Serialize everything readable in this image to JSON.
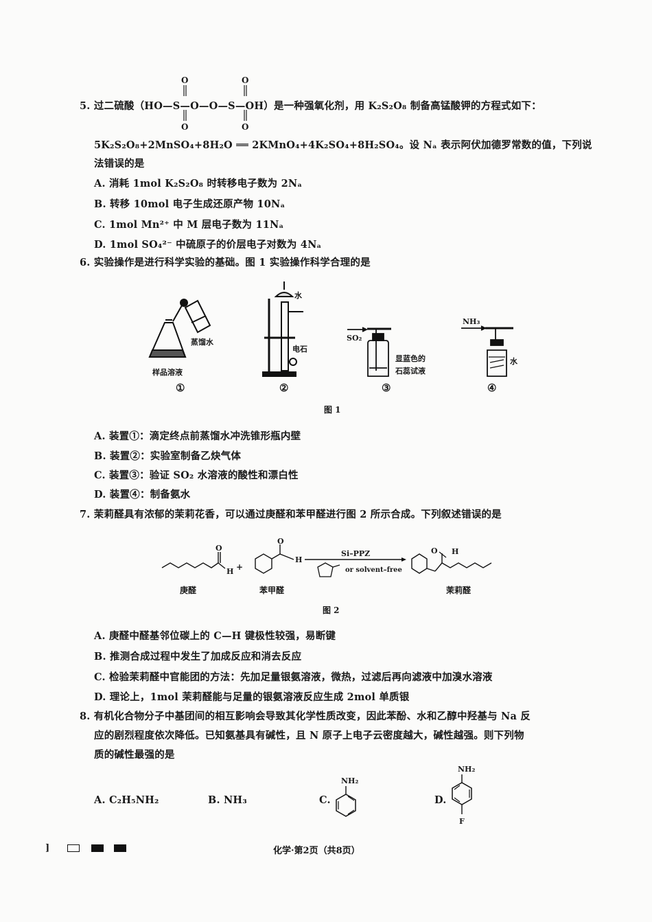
{
  "q5": {
    "number": "5.",
    "intro_pre": "过二硫酸（HO",
    "struct_mid": "—S—O—O—S—",
    "intro_post": "OH）是一种强氧化剂，用 K₂S₂O₈ 制备高锰酸钾的方程式如下：",
    "line2": "5K₂S₂O₈+2MnSO₄+8H₂O ══ 2KMnO₄+4K₂SO₄+8H₂SO₄。设 Nₐ 表示阿伏加德罗常数的值，下列说",
    "line3": "法错误的是",
    "options": [
      {
        "label": "A.",
        "text": "消耗 1mol K₂S₂O₈ 时转移电子数为 2Nₐ"
      },
      {
        "label": "B.",
        "text": "转移 10mol 电子生成还原产物 10Nₐ"
      },
      {
        "label": "C.",
        "text": "1mol Mn²⁺ 中 M 层电子数为 11Nₐ"
      },
      {
        "label": "D.",
        "text": "1mol SO₄²⁻ 中硫原子的价层电子对数为 4Nₐ"
      }
    ]
  },
  "q6": {
    "number": "6.",
    "stem": "实验操作是进行科学实验的基础。图 1 实验操作科学合理的是",
    "figure": {
      "caption": "图 1",
      "labels": {
        "d1_bottle": "蒸馏水",
        "d1_flask": "样品溶液",
        "d2_water": "水",
        "d2_solid": "电石",
        "d3_gas": "SO₂",
        "d3_liquid_1": "显蓝色的",
        "d3_liquid_2": "石蕊试液",
        "d4_gas": "NH₃",
        "d4_liquid": "水"
      },
      "numbers": [
        "①",
        "②",
        "③",
        "④"
      ]
    },
    "options": [
      {
        "label": "A.",
        "text": "装置①：滴定终点前蒸馏水冲洗锥形瓶内壁"
      },
      {
        "label": "B.",
        "text": "装置②：实验室制备乙炔气体"
      },
      {
        "label": "C.",
        "text": "装置③：验证 SO₂ 水溶液的酸性和漂白性"
      },
      {
        "label": "D.",
        "text": "装置④：制备氨水"
      }
    ]
  },
  "q7": {
    "number": "7.",
    "stem": "茉莉醛具有浓郁的茉莉花香，可以通过庚醛和苯甲醛进行图 2 所示合成。下列叙述错误的是",
    "figure": {
      "caption": "图 2",
      "reactant1": "庚醛",
      "reactant2": "苯甲醛",
      "product": "茉莉醛",
      "catalyst": "Si–PPZ",
      "condition": "or solvent–free",
      "plus": "+"
    },
    "options": [
      {
        "label": "A.",
        "text": "庚醛中醛基邻位碳上的 C—H 键极性较强，易断键"
      },
      {
        "label": "B.",
        "text": "推测合成过程中发生了加成反应和消去反应"
      },
      {
        "label": "C.",
        "text": "检验茉莉醛中官能团的方法：先加足量银氨溶液，微热，过滤后再向滤液中加溴水溶液"
      },
      {
        "label": "D.",
        "text": "理论上，1mol 茉莉醛能与足量的银氨溶液反应生成 2mol 单质银"
      }
    ]
  },
  "q8": {
    "number": "8.",
    "line1": "有机化合物分子中基团间的相互影响会导致其化学性质改变，因此苯酚、水和乙醇中羟基与 Na 反",
    "line2": "应的剧烈程度依次降低。已知氨基具有碱性，且 N 原子上电子云密度越大，碱性越强。则下列物",
    "line3": "质的碱性最强的是",
    "options": [
      {
        "label": "A.",
        "text": "C₂H₅NH₂"
      },
      {
        "label": "B.",
        "text": "NH₃"
      },
      {
        "label": "C.",
        "text": "",
        "substituent_top": "NH₂"
      },
      {
        "label": "D.",
        "text": "",
        "substituent_top": "NH₂",
        "substituent_bottom": "F"
      }
    ]
  },
  "footer": {
    "left_mark": "]",
    "page_info": "化学·第2页（共8页）"
  }
}
